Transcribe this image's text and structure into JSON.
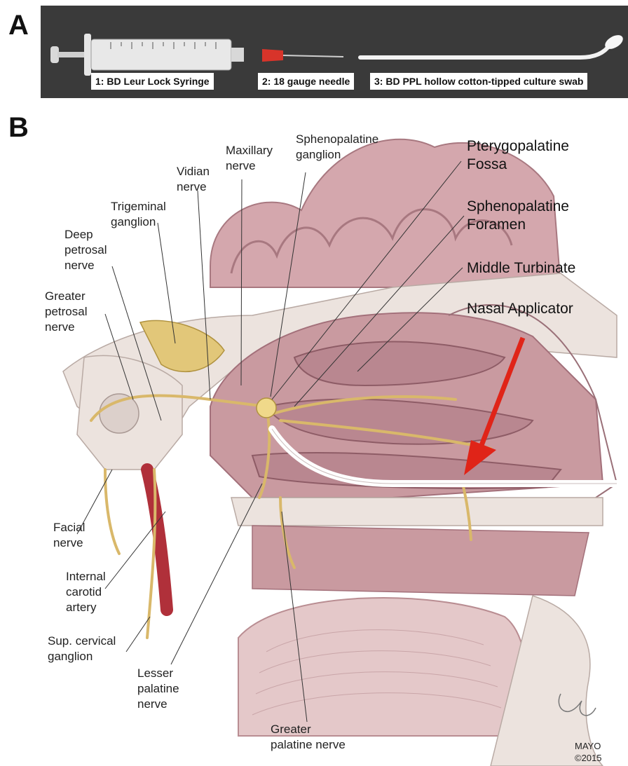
{
  "panels": {
    "a_letter": "A",
    "b_letter": "B"
  },
  "photo": {
    "items": [
      {
        "label": "1: BD Leur Lock Syringe"
      },
      {
        "label": "2: 18 gauge needle"
      },
      {
        "label": "3: BD PPL hollow cotton-tipped culture swab"
      }
    ]
  },
  "labels_left": {
    "sphenopalatine_ganglion": "Sphenopalatine\nganglion",
    "maxillary_nerve": "Maxillary\nnerve",
    "vidian_nerve": "Vidian\nnerve",
    "trigeminal_ganglion": "Trigeminal\nganglion",
    "deep_petrosal_nerve": "Deep\npetrosal\nnerve",
    "greater_petrosal_nerve": "Greater\npetrosal\nnerve",
    "facial_nerve": "Facial\nnerve",
    "internal_carotid_artery": "Internal\ncarotid\nartery",
    "sup_cervical_ganglion": "Sup. cervical\nganglion",
    "lesser_palatine_nerve": "Lesser\npalatine\nnerve",
    "greater_palatine_nerve": "Greater\npalatine nerve"
  },
  "labels_right": {
    "pterygopalatine_fossa": "Pterygopalatine\nFossa",
    "sphenopalatine_foramen": "Sphenopalatine\nForamen",
    "middle_turbinate": "Middle Turbinate",
    "nasal_applicator": "Nasal Applicator"
  },
  "credit": "MAYO\n©2015",
  "colors": {
    "photo_bg": "#3a3a3a",
    "tissue": "#c99aa0",
    "tissue_dark": "#a3707a",
    "bone": "#ece3de",
    "nerve": "#d9b86a",
    "artery": "#b0303a",
    "arrow": "#e02418",
    "applicator": "#ffffff"
  }
}
